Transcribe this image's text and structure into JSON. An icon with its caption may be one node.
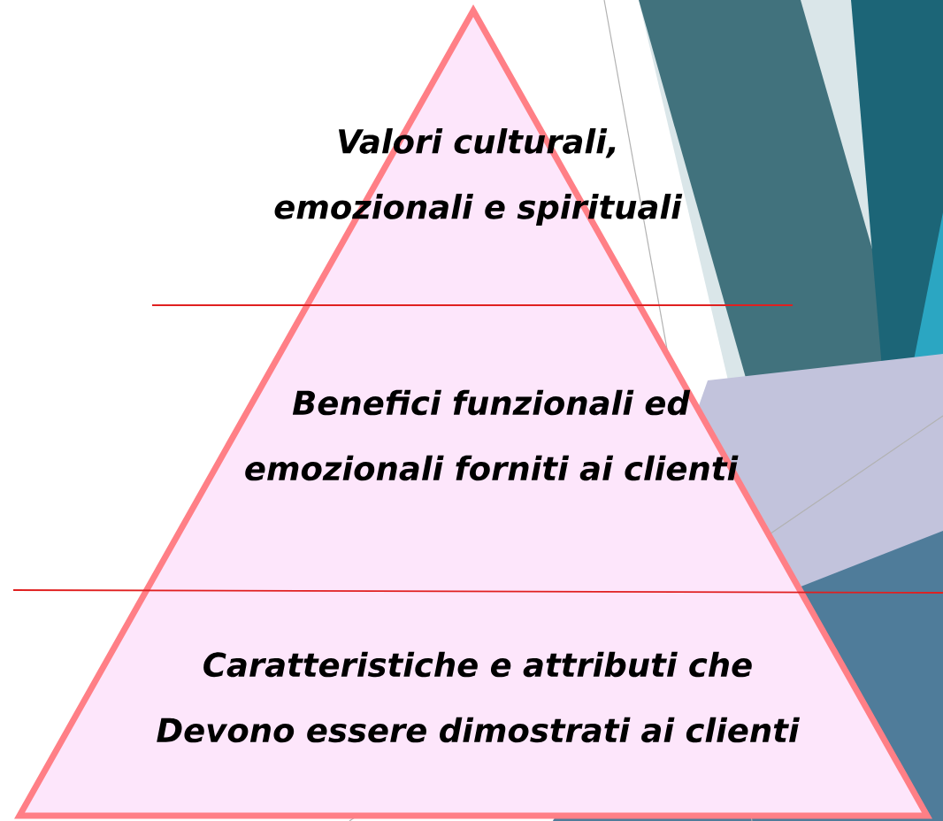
{
  "diagram": {
    "nodes": [
      {
        "text": [
          "Valori culturali, emozionali e spirituali"
        ]
      },
      {
        "text": [
          "Benefici funzionali ed emozionali forniti ai clienti"
        ]
      },
      {
        "text": [
          "Caratteristiche e attributi che Devono essere dimostrati ai clienti"
        ]
      }
    ]
  }
}
